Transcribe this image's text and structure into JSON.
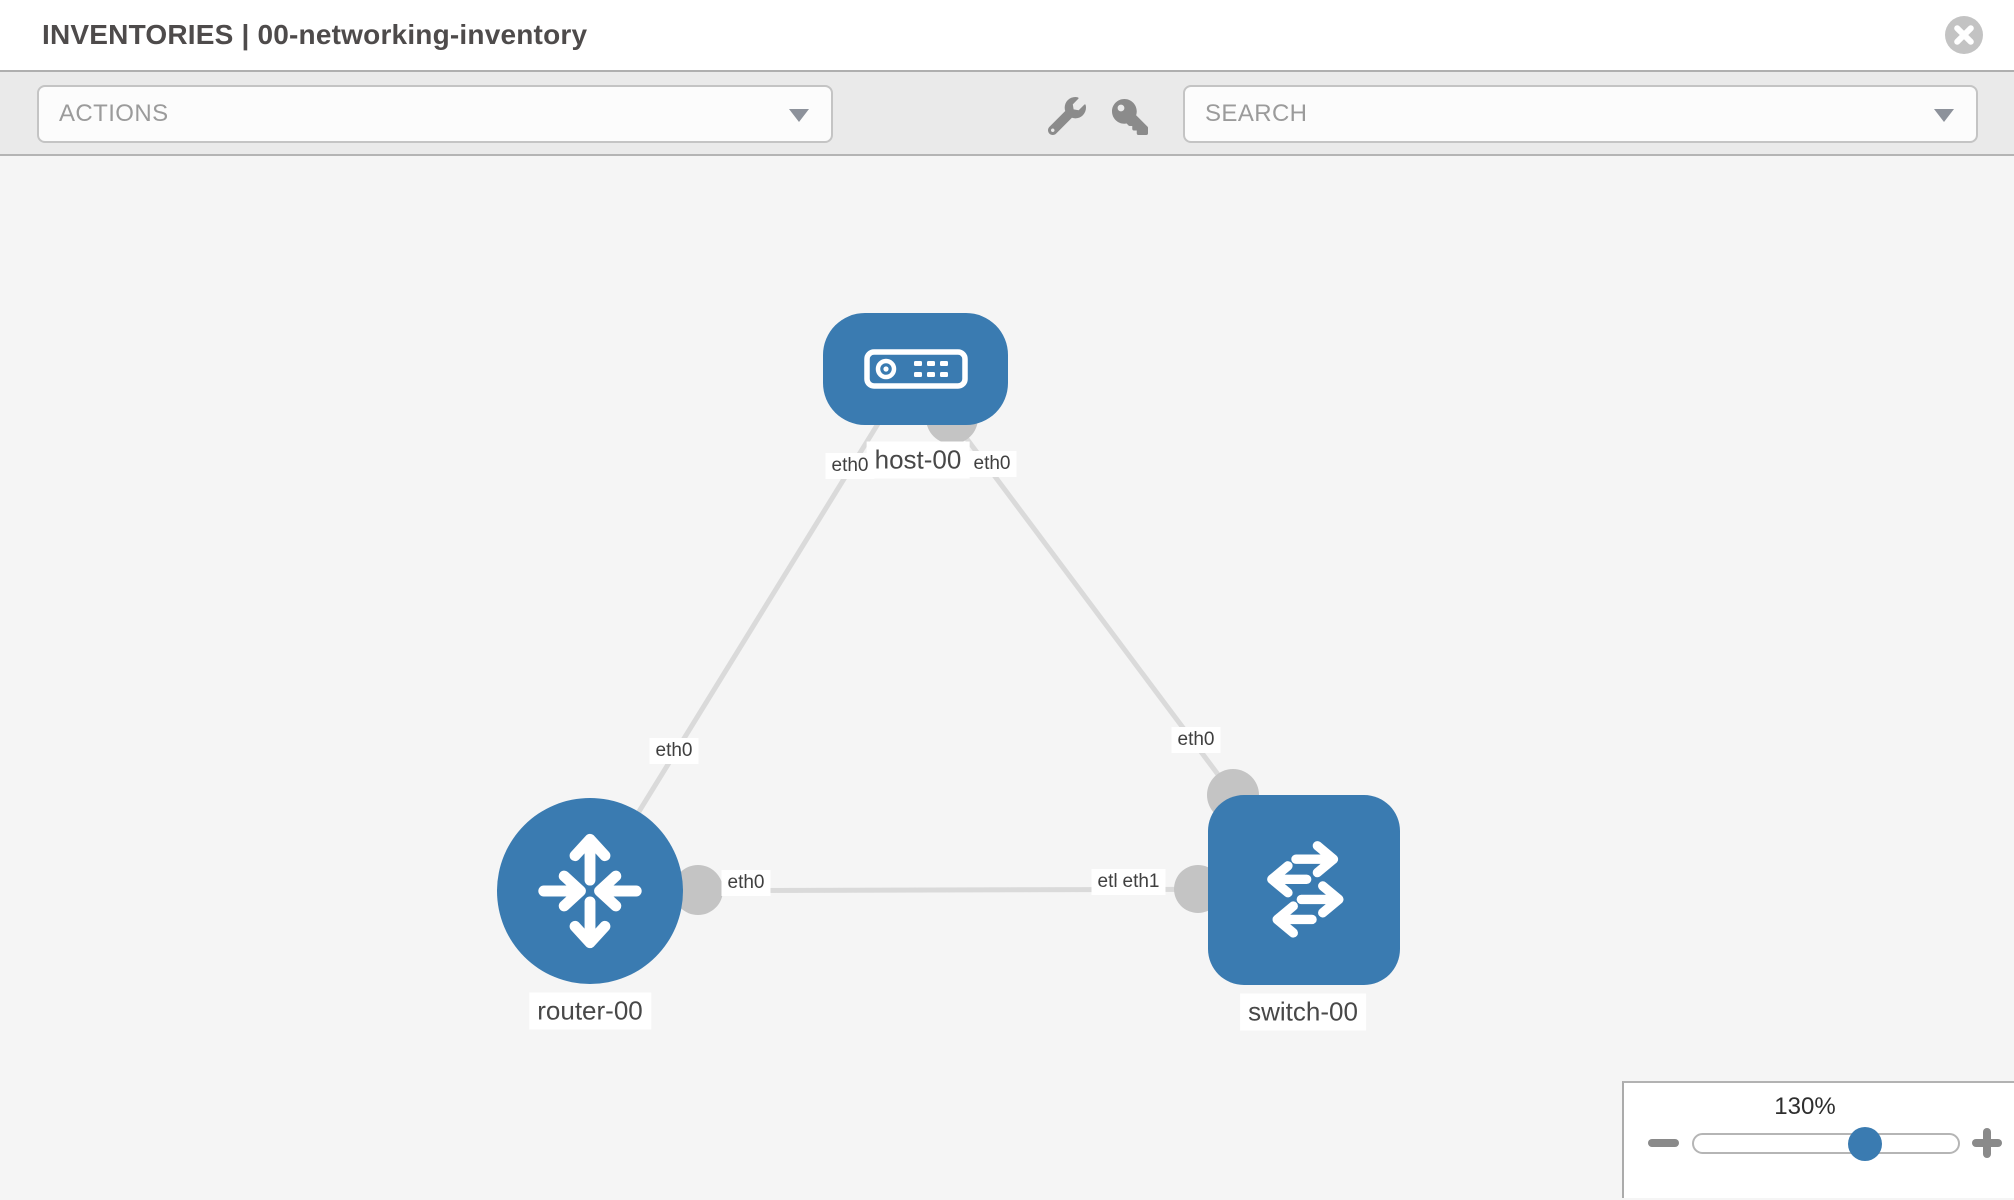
{
  "header": {
    "title": "INVENTORIES | 00-networking-inventory"
  },
  "toolbar": {
    "actions_label": "ACTIONS",
    "search_label": "SEARCH",
    "icons": [
      "wrench-icon",
      "key-icon"
    ]
  },
  "topology": {
    "nodes": [
      {
        "label": "host-00",
        "type": "host"
      },
      {
        "label": "router-00",
        "type": "router"
      },
      {
        "label": "switch-00",
        "type": "switch"
      }
    ],
    "links": [
      {
        "from": "host-00",
        "from_interface": "eth0",
        "to": "router-00",
        "to_interface": "eth0"
      },
      {
        "from": "host-00",
        "from_interface": "eth0",
        "to": "switch-00",
        "to_interface": "eth0"
      },
      {
        "from": "router-00",
        "from_interface": "eth0",
        "to": "switch-00",
        "to_interface": "eth1"
      }
    ],
    "labels": {
      "host": "host-00",
      "router": "router-00",
      "switch": "switch-00",
      "host_if_left": "eth0",
      "host_if_right": "eth0",
      "router_if_top": "eth0",
      "switch_if_top": "eth0",
      "router_if_right": "eth0",
      "switch_if_left_back": "eth0",
      "switch_if_left_front": "eth1"
    }
  },
  "zoom_control": {
    "value": "130%",
    "minus_label": "",
    "plus_label": "",
    "percent": 130
  },
  "colors": {
    "node_blue": "#3a7bb1",
    "link_gray": "#dadada",
    "endpoint_gray": "#c4c4c4",
    "toolbar_gray": "#eaeaea",
    "canvas_gray": "#f5f5f5"
  }
}
